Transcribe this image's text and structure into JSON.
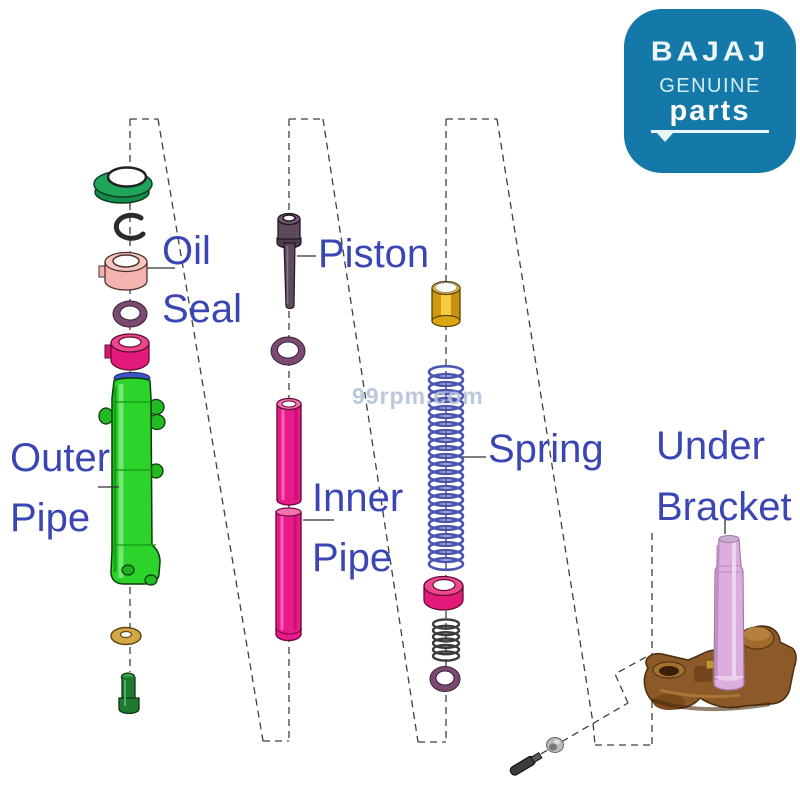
{
  "page": {
    "background": "#ffffff"
  },
  "logo": {
    "brand": "BAJAJ",
    "genuine": "GENUINE",
    "parts": "parts",
    "bg_color": "#1478a8",
    "text_color": "#ffffff"
  },
  "watermark": {
    "text": "99rpm.com",
    "color": "#b4c2d6"
  },
  "labels": {
    "oil_seal": {
      "line1": "Oil",
      "line2": "Seal"
    },
    "piston": {
      "line1": "Piston"
    },
    "outer_pipe": {
      "line1": "Outer",
      "line2": "Pipe"
    },
    "inner_pipe": {
      "line1": "Inner",
      "line2": "Pipe"
    },
    "spring": {
      "line1": "Spring"
    },
    "under_bracket": {
      "line1": "Under",
      "line2": "Bracket"
    }
  },
  "label_style": {
    "color": "#3a46b4"
  },
  "part_colors": {
    "dust_seal_green": "#1fa55a",
    "circlip_black": "#2b2b2b",
    "oil_seal_pink": "#f4b3ae",
    "oring_purple": "#7b4a72",
    "bush_magenta": "#e41a7a",
    "outer_pipe_green": "#2bd32b",
    "washer_gold": "#d2a945",
    "drain_bolt_green": "#1e7a30",
    "piston_rod_mauve": "#5f4a5c",
    "inner_pipe_magenta": "#e8198b",
    "hex_spacer_yellow": "#eebb22",
    "spring_blue": "#4a55b2",
    "stem_pink": "#dcaede",
    "bracket_brown": "#8b5a28"
  }
}
